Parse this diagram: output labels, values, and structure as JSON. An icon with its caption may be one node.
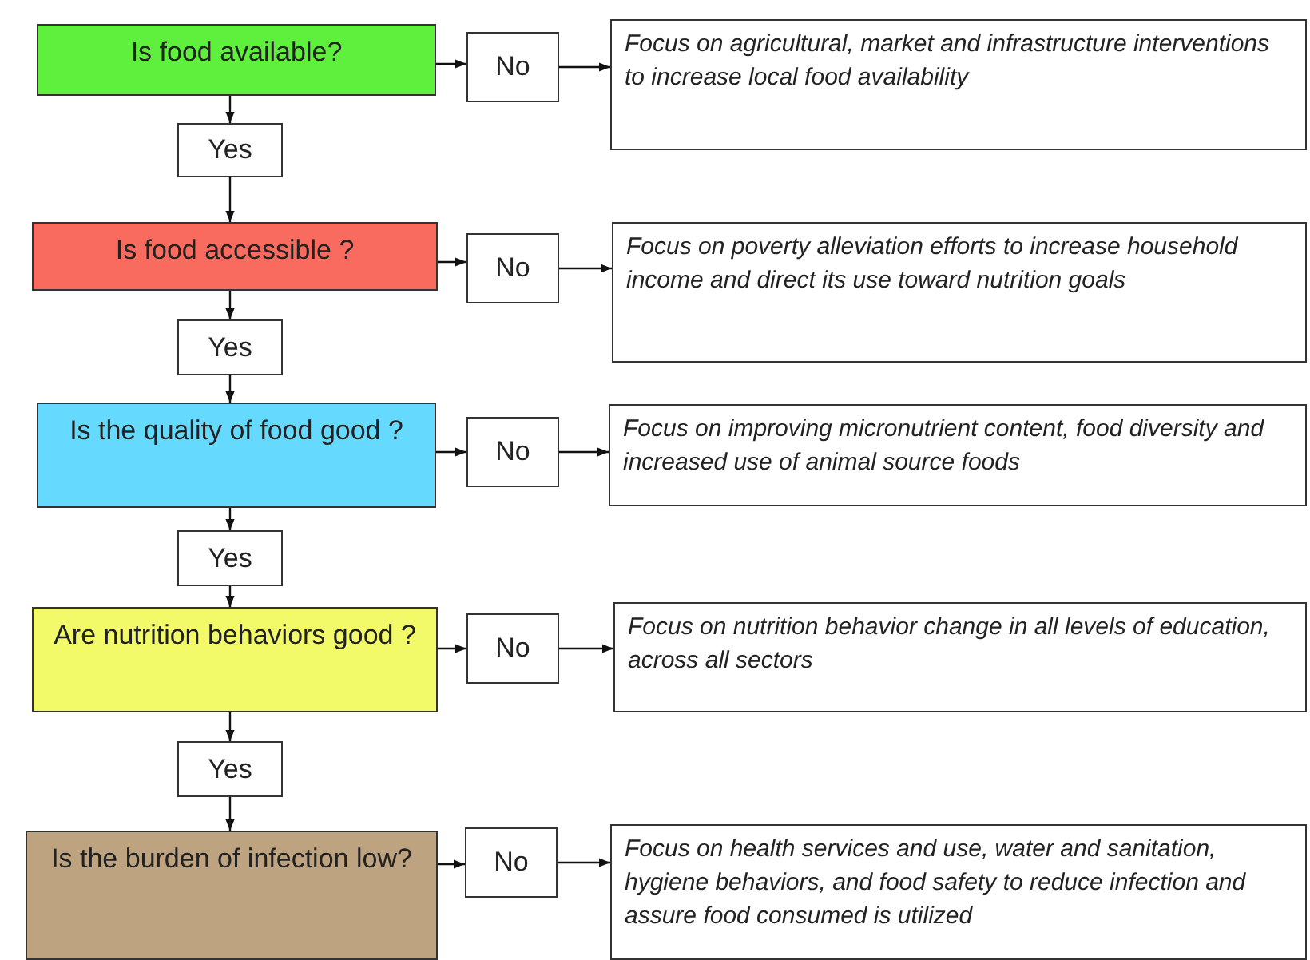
{
  "diagram": {
    "nodes": [
      {
        "text": [
          "Is food available?"
        ]
      },
      {
        "text": [
          "No"
        ]
      },
      {
        "text": [
          "Focus on agricultural, market and infrastructure interventions to increase local food availability"
        ]
      },
      {
        "text": [
          "Yes"
        ]
      },
      {
        "text": [
          "Is food accessible ?"
        ]
      },
      {
        "text": [
          "No"
        ]
      },
      {
        "text": [
          "Focus on poverty alleviation efforts to increase household income and direct its use toward nutrition goals"
        ]
      },
      {
        "text": [
          "Yes"
        ]
      },
      {
        "text": [
          "Is the quality of food good ?"
        ]
      },
      {
        "text": [
          "No"
        ]
      },
      {
        "text": [
          "Focus on improving micronutrient content, food diversity and increased use of animal source foods"
        ]
      },
      {
        "text": [
          "Yes"
        ]
      },
      {
        "text": [
          "Are nutrition behaviors good ?"
        ]
      },
      {
        "text": [
          "No"
        ]
      },
      {
        "text": [
          "Focus on nutrition behavior change in all levels of education, across all sectors"
        ]
      },
      {
        "text": [
          "Yes"
        ]
      },
      {
        "text": [
          "Is the burden of infection low?"
        ]
      },
      {
        "text": [
          "No"
        ]
      },
      {
        "text": [
          "Focus on health services and use, water and sanitation, hygiene behaviors, and food safety to reduce infection and assure food consumed is utilized"
        ]
      }
    ],
    "edges": [
      {
        "from": 0,
        "to": 1,
        "arrow": "to"
      },
      {
        "from": 1,
        "to": 2,
        "arrow": "to"
      },
      {
        "from": 0,
        "to": 3,
        "arrow": "to"
      },
      {
        "from": 3,
        "to": 4,
        "arrow": "to"
      },
      {
        "from": 4,
        "to": 5,
        "arrow": "to"
      },
      {
        "from": 5,
        "to": 6,
        "arrow": "to"
      },
      {
        "from": 4,
        "to": 7,
        "arrow": "to"
      },
      {
        "from": 7,
        "to": 8,
        "arrow": "to"
      },
      {
        "from": 8,
        "to": 9,
        "arrow": "to"
      },
      {
        "from": 9,
        "to": 10,
        "arrow": "to"
      },
      {
        "from": 8,
        "to": 11,
        "arrow": "to"
      },
      {
        "from": 11,
        "to": 12,
        "arrow": "to"
      },
      {
        "from": 12,
        "to": 13,
        "arrow": "to"
      },
      {
        "from": 13,
        "to": 14,
        "arrow": "to"
      },
      {
        "from": 12,
        "to": 15,
        "arrow": "to"
      },
      {
        "from": 15,
        "to": 16,
        "arrow": "to"
      },
      {
        "from": 16,
        "to": 17,
        "arrow": "to"
      },
      {
        "from": 17,
        "to": 18,
        "arrow": "to"
      }
    ]
  }
}
